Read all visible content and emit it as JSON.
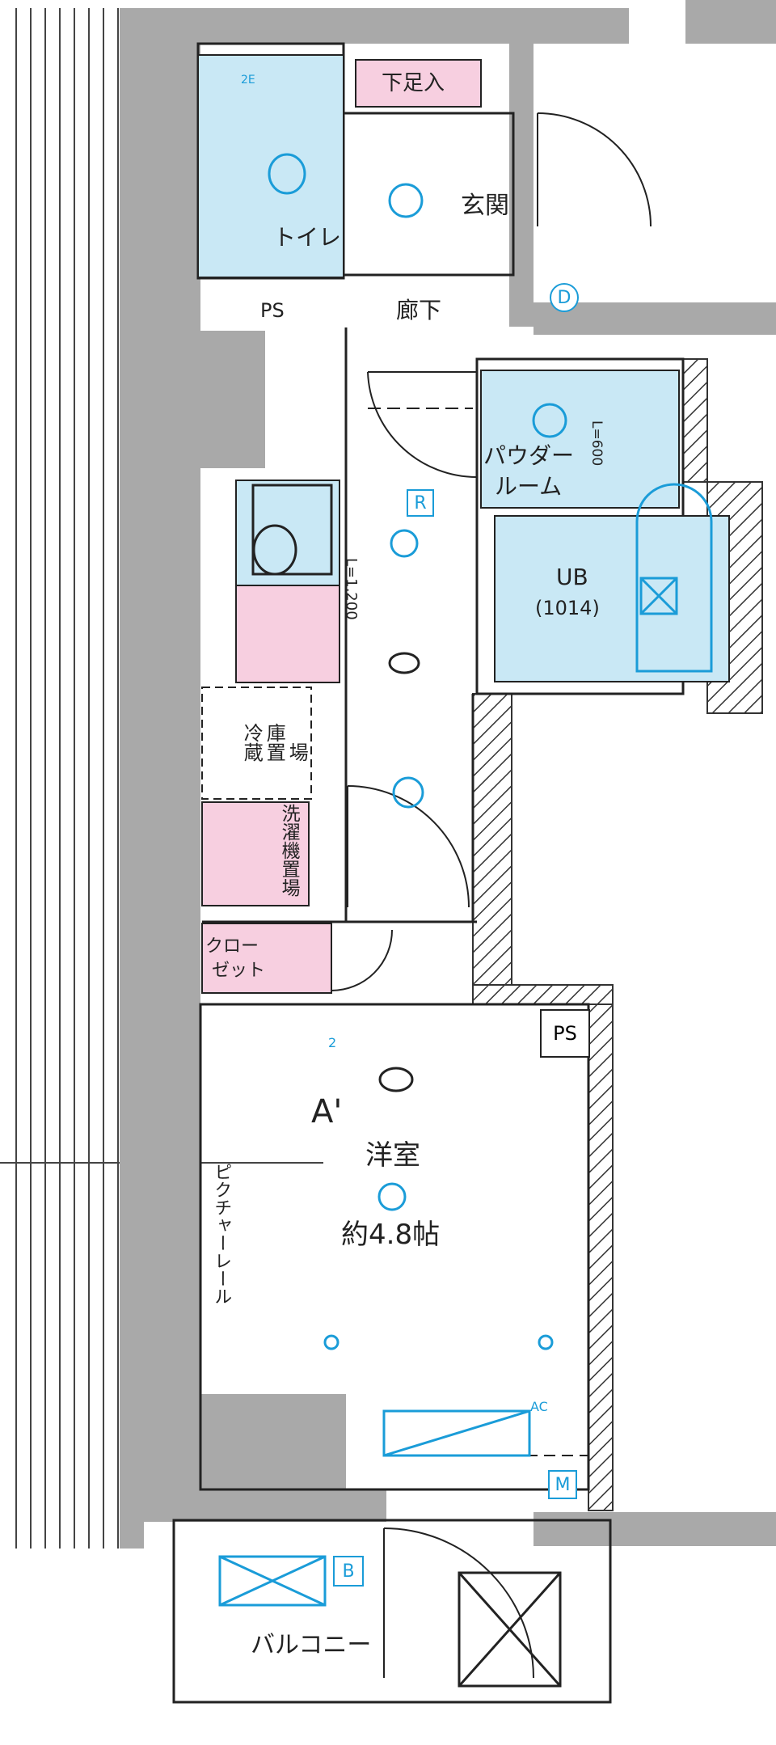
{
  "rooms": {
    "toilet": "トイレ",
    "shoe_storage": "下足入",
    "entrance": "玄関",
    "ps_top": "PS",
    "corridor": "廊下",
    "powder_room_line1": "パウダー",
    "powder_room_line2": "ルーム",
    "unit_bath": "UB",
    "unit_bath_size": "(1014)",
    "fridge_space_col1": "冷蔵",
    "fridge_space_col2": "庫置",
    "fridge_space_col3": "場",
    "laundry_space": "洗濯機置場",
    "closet_line1": "クロー",
    "closet_line2": "ゼット",
    "ps_room": "PS",
    "western_room": "洋室",
    "western_room_area": "約4.8帖",
    "picture_rail": "ピクチャーレール",
    "balcony": "バルコニー",
    "section_mark": "A'"
  },
  "dimensions": {
    "kitchen_length": "L=1,200",
    "vanity_length": "L=600"
  },
  "equipment_tags": {
    "door_intercom": "D",
    "range_hood": "R",
    "meter": "M",
    "balcony_box": "B",
    "air_conditioner": "AC",
    "outlet_double": "2",
    "outlet_2e": "2E"
  },
  "colors": {
    "wet_area": "#c9e8f5",
    "storage": "#f7cfe0",
    "wall": "#a9a9a9",
    "symbol_blue": "#1a9cd8",
    "line": "#222222"
  }
}
